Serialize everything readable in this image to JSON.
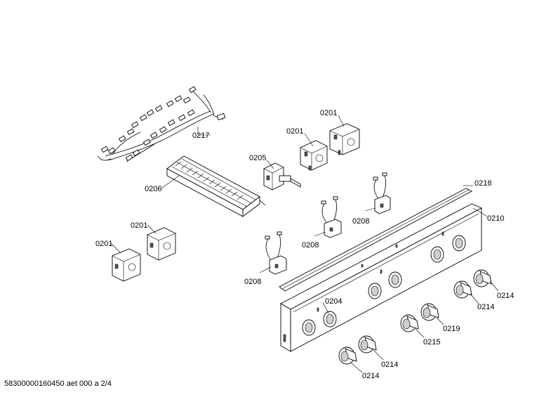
{
  "labels": {
    "p0217": "0217",
    "p0206": "0206",
    "p0205": "0205",
    "p0201_a": "0201",
    "p0201_b": "0201",
    "p0201_c": "0201",
    "p0201_d": "0201",
    "p0218": "0218",
    "p0210": "0210",
    "p0208_a": "0208",
    "p0208_b": "0208",
    "p0208_c": "0208",
    "p0204": "0204",
    "p0219": "0219",
    "p0215": "0215",
    "p0214_a": "0214",
    "p0214_b": "0214",
    "p0214_c": "0214",
    "p0214_d": "0214"
  },
  "footer": "58300000160450 aet 000 a 2/4"
}
